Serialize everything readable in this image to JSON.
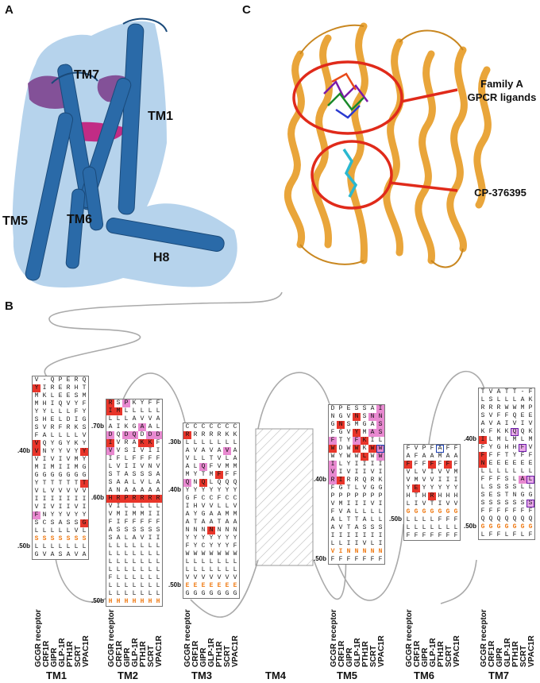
{
  "panels": {
    "a": {
      "letter": "A",
      "helices": [
        "TM7",
        "TM1",
        "TM5",
        "TM6",
        "H8"
      ]
    },
    "b": {
      "letter": "B"
    },
    "c": {
      "letter": "C",
      "callouts": [
        "Family A\nGPCR ligands",
        "CP-376395"
      ]
    }
  },
  "receptors": [
    "GCGR receptor",
    "CRF1R",
    "GIPR",
    "GLP-1R",
    "PTH1R",
    "SCRT",
    "VPAC1R"
  ],
  "tm_labels": [
    "TM1",
    "TM2",
    "TM3",
    "TM4",
    "TM5",
    "TM6",
    "TM7"
  ],
  "colors": {
    "red": "#e8352a",
    "pink": "#e889d0",
    "orange": "#f07b15",
    "helix_blue": "#2a6aa8",
    "ribbon_gold": "#e9a53a"
  },
  "tables": {
    "tm1": {
      "bw_marks": [
        ".40b",
        ".50b"
      ],
      "rows": [
        "V-QPERQ",
        "YIRERHT",
        "MKLEESM",
        "MHIQVYF",
        "YYLLLFY",
        "SHELDIG",
        "SVRFRKS",
        "FALLLLV",
        "VQYGYKY",
        "VNYYVYY",
        "VIVIVMY",
        "MIMIIMG",
        "GGGGGGG",
        "YTTTTTT",
        "VLVVVVV",
        "IIIIIII",
        "VIVIIVI",
        "FNYYVYY",
        "SCSASSG",
        "LLLLLVL",
        "SSSSSSS",
        "LLLLLLL",
        "GVASAVA"
      ]
    },
    "tm2": {
      "bw_marks": [
        ".70b",
        ".60b",
        ".50b"
      ],
      "rows": [
        "RSPKYFF",
        "IMLLLLL",
        "LLLAVVA",
        "AIKGAAL",
        "DQDQDDD",
        "IVRAKKF",
        "VVSIVII",
        "IFLFFFF",
        "LVIIVNV",
        "STASSSA",
        "SAALVLA",
        "ANAAAAA",
        "HRPRRRR",
        "VILLLLL",
        "VMIMMII",
        "FIFFFFF",
        "ASSSSSS",
        "SALAVII",
        "LLLLLLL",
        "LLLLLLL",
        "LLLLLLL",
        "LLLLLLL",
        "FLLLLLL",
        "LLLLLLL",
        "LLLLLLL",
        "HHHHHHH"
      ]
    },
    "tm3": {
      "bw_marks": [
        ".30b",
        ".40b",
        ".50b"
      ],
      "rows": [
        "CCCCCCC",
        "RRRRRKK",
        "LLLLLLL",
        "AVAVAVA",
        "VLLTVLA",
        "ALQFVMM",
        "MYTMFFF",
        "QNQLQQQ",
        "YYYYYYY",
        "GFCCFCC",
        "IHVVLLV",
        "AYGAAMM",
        "ATAATAA",
        "NNNNNNN",
        "YYYYYYY",
        "FYCYYYF",
        "WWWWWWW",
        "LLLLLLL",
        "LLLLLLL",
        "VVVVVVV",
        "EEEEEEE",
        "GGGGGGG"
      ]
    },
    "tm5": {
      "bw_marks": [
        ".40b",
        ".50b"
      ],
      "rows": [
        "DPESSAI",
        "NGVNSNN",
        "GNSMGAS",
        "FGVYMAS",
        "FTYFKIL",
        "WDWWKWW",
        "WYWWLWW",
        "ILYIIII",
        "VIVIIVI",
        "RIRRQRK",
        "FGTLVGG",
        "PPPPPPP",
        "VMIIIVI",
        "FVALLLL",
        "ALTTALL",
        "AVTASSS",
        "IIIIIII",
        "LLIIVLI",
        "VINNNNN",
        "FFFFFFF"
      ]
    },
    "tm6": {
      "bw_marks": [
        ".50b"
      ],
      "rows": [
        "FVPFAFF",
        "AFAAMAA",
        "FFFFFFF",
        "VLVIVVM",
        "VMVVIII",
        "YEYYYYY",
        "HTHRHHH",
        "LIVTIVV",
        "GGGGGGG",
        "LLLLFFF",
        "LLLLLLL",
        "FFFFFFF"
      ]
    },
    "tm7": {
      "bw_marks": [
        ".40b",
        ".50b"
      ],
      "rows": [
        "TVATT-F",
        "LSLLLAK",
        "RRRWWMP",
        "SVFFQEE",
        "AVAIVIV",
        "KFKKQQK",
        "ILMLMLM",
        "FYGHHFV",
        "FFFTYFF",
        "NEEEEEE",
        "LLLLLLL",
        "FFFSLAL",
        "LSSSSLL",
        "SESTNGG",
        "SSSSSSS",
        "FFFFFFF",
        "QQQQQQQ",
        "GGGGGGG",
        "LFFLFLF"
      ]
    }
  }
}
